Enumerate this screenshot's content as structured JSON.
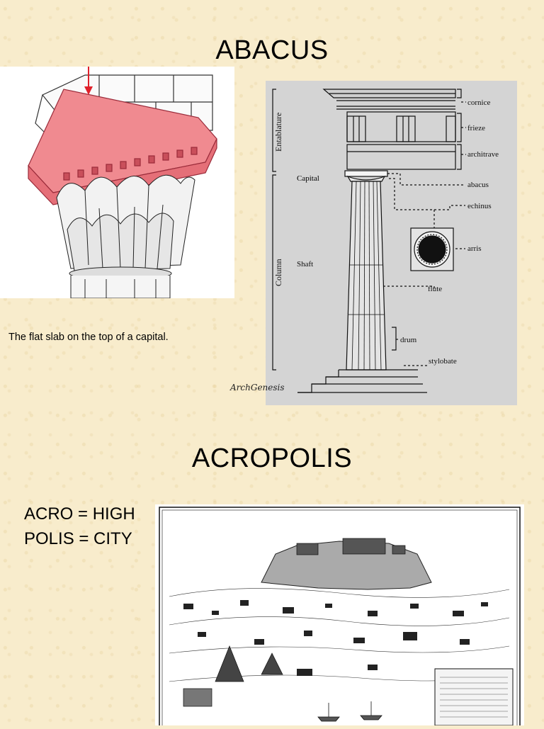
{
  "slide1": {
    "title": "ABACUS",
    "caption": "The flat slab on the top of a capital.",
    "diagram": {
      "group_entablature": "Entablature",
      "group_column": "Column",
      "cornice": "cornice",
      "frieze": "frieze",
      "architrave": "architrave",
      "capital": "Capital",
      "abacus": "abacus",
      "echinus": "echinus",
      "arris": "arris",
      "shaft": "Shaft",
      "flute": "flute",
      "drum": "drum",
      "stylobate": "stylobate",
      "signature": "ArchGenesis"
    }
  },
  "slide2": {
    "title": "ACROPOLIS",
    "definitions": [
      "ACRO = HIGH",
      "POLIS = CITY"
    ]
  }
}
